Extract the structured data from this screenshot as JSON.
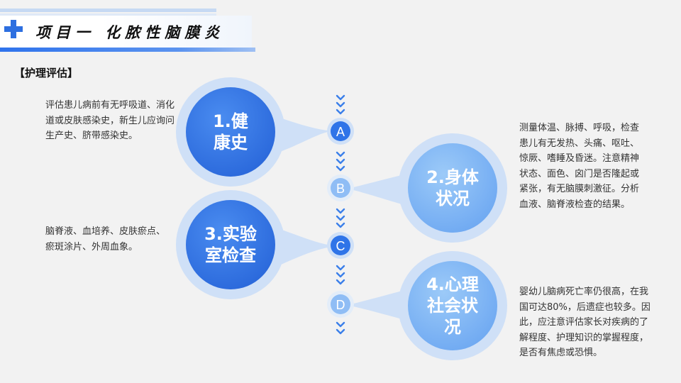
{
  "header": {
    "title": "项目一  化脓性脑膜炎"
  },
  "section": {
    "heading": "【护理评估】"
  },
  "timeline": {
    "nodes": [
      "A",
      "B",
      "C",
      "D"
    ]
  },
  "items": [
    {
      "label_lines": [
        "1.健",
        "康史"
      ],
      "text": "评估患儿病前有无呼吸道、消化道或皮肤感染史，新生儿应询问生产史、脐带感染史。"
    },
    {
      "label_lines": [
        "2.身体",
        "状况"
      ],
      "text": "测量体温、脉搏、呼吸，检查患儿有无发热、头痛、呕吐、惊厥、嗜睡及昏迷。注意精神状态、面色、囟门是否隆起或紧张，有无脑膜刺激征。分析血液、脑脊液检查的结果。"
    },
    {
      "label_lines": [
        "3.实验",
        "室检查"
      ],
      "text": "脑脊液、血培养、皮肤瘀点、瘀斑涂片、外周血象。"
    },
    {
      "label_lines": [
        "4.心理",
        "社会状",
        "况"
      ],
      "text": "婴幼儿脑病死亡率仍很高，在我国可达80%，后遗症也较多。因此，应注意评估家长对疾病的了解程度、护理知识的掌握程度，是否有焦虑或恐惧。"
    }
  ],
  "colors": {
    "primary": "#2f74e8",
    "light": "#7fb6f5",
    "halo": "#cfe0f7",
    "chevron": "#3b7fe9"
  }
}
